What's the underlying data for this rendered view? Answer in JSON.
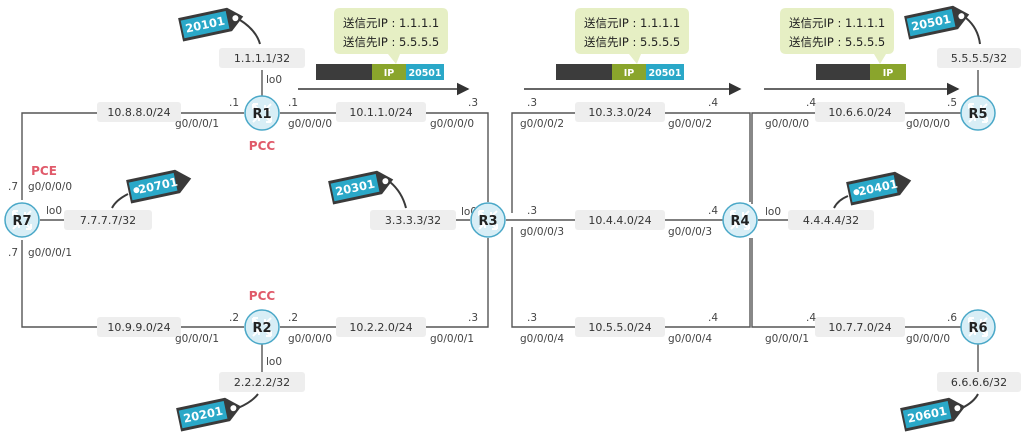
{
  "routers": {
    "r1": {
      "name": "R1",
      "role": "PCC"
    },
    "r2": {
      "name": "R2",
      "role": "PCC"
    },
    "r3": {
      "name": "R3"
    },
    "r4": {
      "name": "R4"
    },
    "r5": {
      "name": "R5"
    },
    "r6": {
      "name": "R6"
    },
    "r7": {
      "name": "R7",
      "role": "PCE"
    }
  },
  "loopbacks": {
    "r1": {
      "ip": "1.1.1.1/32",
      "if": "lo0",
      "sid": "20101"
    },
    "r2": {
      "ip": "2.2.2.2/32",
      "if": "lo0",
      "sid": "20201"
    },
    "r3": {
      "ip": "3.3.3.3/32",
      "if": "lo0",
      "sid": "20301"
    },
    "r4": {
      "ip": "4.4.4.4/32",
      "if": "lo0",
      "sid": "20401"
    },
    "r5": {
      "ip": "5.5.5.5/32",
      "sid": "20501"
    },
    "r6": {
      "ip": "6.6.6.6/32",
      "sid": "20601"
    },
    "r7": {
      "ip": "7.7.7.7/32",
      "if": "lo0",
      "sid": "20701"
    }
  },
  "links": {
    "r7r1": {
      "net": "10.8.8.0/24",
      "a_host": ".7",
      "a_if": "g0/0/0/0",
      "b_host": ".1",
      "b_if": "g0/0/0/1"
    },
    "r7r2": {
      "net": "10.9.9.0/24",
      "a_host": ".7",
      "a_if": "g0/0/0/1",
      "b_host": ".2",
      "b_if": "g0/0/0/1"
    },
    "r1r3": {
      "net": "10.1.1.0/24",
      "a_host": ".1",
      "a_if": "g0/0/0/0",
      "b_host": ".3",
      "b_if": "g0/0/0/0"
    },
    "r2r3": {
      "net": "10.2.2.0/24",
      "a_host": ".2",
      "a_if": "g0/0/0/0",
      "b_host": ".3",
      "b_if": "g0/0/0/1"
    },
    "r3r4a": {
      "net": "10.3.3.0/24",
      "a_host": ".3",
      "a_if": "g0/0/0/2",
      "b_host": ".4",
      "b_if": "g0/0/0/2"
    },
    "r3r4b": {
      "net": "10.4.4.0/24",
      "a_host": ".3",
      "a_if": "g0/0/0/3",
      "b_host": ".4",
      "b_if": "g0/0/0/3"
    },
    "r3r4c": {
      "net": "10.5.5.0/24",
      "a_host": ".3",
      "a_if": "g0/0/0/4",
      "b_host": ".4",
      "b_if": "g0/0/0/4"
    },
    "r4r5": {
      "net": "10.6.6.0/24",
      "a_host": ".4",
      "a_if": "g0/0/0/0",
      "b_host": ".5",
      "b_if": "g0/0/0/0"
    },
    "r4r6": {
      "net": "10.7.7.0/24",
      "a_host": ".4",
      "a_if": "g0/0/0/1",
      "b_host": ".6",
      "b_if": "g0/0/0/0"
    }
  },
  "packets": [
    {
      "src": "送信元IP : 1.1.1.1",
      "dst": "送信先IP : 5.5.5.5",
      "ip": "IP",
      "sid": "20501"
    },
    {
      "src": "送信元IP : 1.1.1.1",
      "dst": "送信先IP : 5.5.5.5",
      "ip": "IP",
      "sid": "20501"
    },
    {
      "src": "送信元IP : 1.1.1.1",
      "dst": "送信先IP : 5.5.5.5",
      "ip": "IP"
    }
  ],
  "colors": {
    "router": "#d8eef6",
    "router_edge": "#4aa8c8",
    "tag": "#2aa8c8",
    "tag_shape": "#3a3a3a",
    "label_bg": "#eeeeee",
    "bubble": "#e6efc4",
    "packet_dark": "#3c3c3c",
    "packet_ip": "#8aa52c",
    "packet_sid": "#2aa8c8",
    "role": "#e05a6a"
  }
}
